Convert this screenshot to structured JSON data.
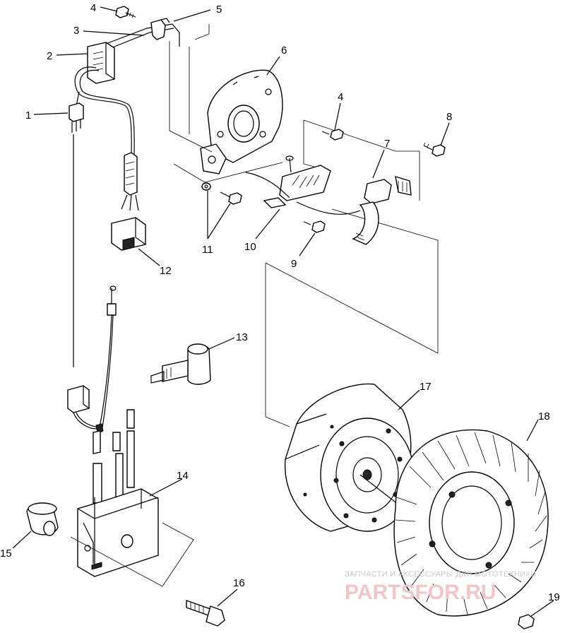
{
  "callouts": [
    {
      "id": "1",
      "text": "1"
    },
    {
      "id": "2",
      "text": "2"
    },
    {
      "id": "3",
      "text": "3"
    },
    {
      "id": "4a",
      "text": "4"
    },
    {
      "id": "4b",
      "text": "4"
    },
    {
      "id": "5",
      "text": "5"
    },
    {
      "id": "6",
      "text": "6"
    },
    {
      "id": "7",
      "text": "7"
    },
    {
      "id": "8",
      "text": "8"
    },
    {
      "id": "9",
      "text": "9"
    },
    {
      "id": "10",
      "text": "10"
    },
    {
      "id": "11",
      "text": "11"
    },
    {
      "id": "12",
      "text": "12"
    },
    {
      "id": "13",
      "text": "13"
    },
    {
      "id": "14",
      "text": "14"
    },
    {
      "id": "15",
      "text": "15"
    },
    {
      "id": "16",
      "text": "16"
    },
    {
      "id": "17",
      "text": "17"
    },
    {
      "id": "18",
      "text": "18"
    },
    {
      "id": "19",
      "text": "19"
    }
  ],
  "watermark": {
    "line1": "ЗАПЧАСТИ И АКСЕССУАРЫ ДЛЯ МОТОТЕХНИКИ",
    "line2": "PARTSFOR.RU"
  }
}
